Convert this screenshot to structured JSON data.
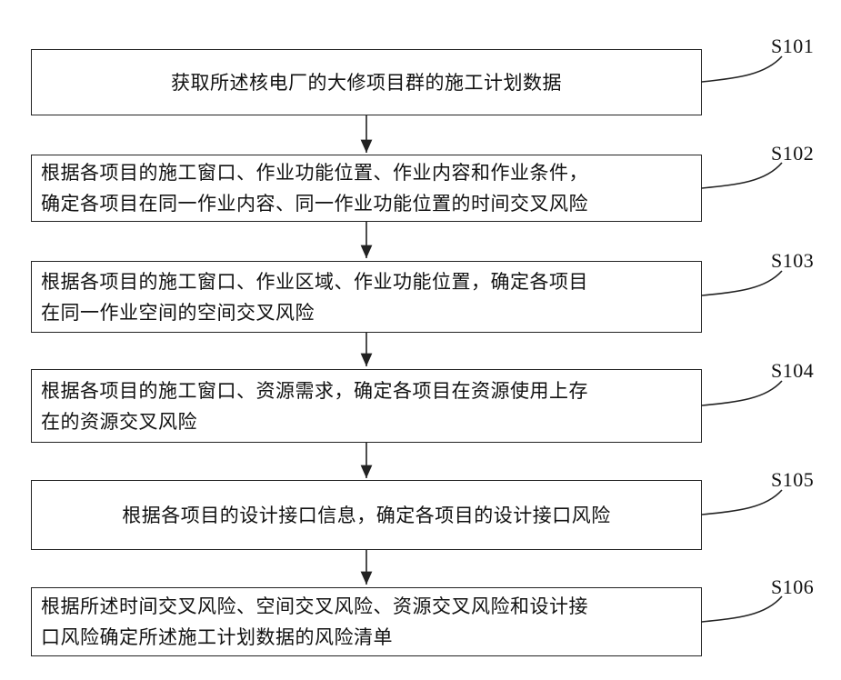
{
  "steps": [
    {
      "id": "S101",
      "text": "获取所述核电厂的大修项目群的施工计划数据"
    },
    {
      "id": "S102",
      "text": "根据各项目的施工窗口、作业功能位置、作业内容和作业条件，\n确定各项目在同一作业内容、同一作业功能位置的时间交叉风险"
    },
    {
      "id": "S103",
      "text": "根据各项目的施工窗口、作业区域、作业功能位置，确定各项目\n在同一作业空间的空间交叉风险"
    },
    {
      "id": "S104",
      "text": "根据各项目的施工窗口、资源需求，确定各项目在资源使用上存\n在的资源交叉风险"
    },
    {
      "id": "S105",
      "text": "根据各项目的设计接口信息，确定各项目的设计接口风险"
    },
    {
      "id": "S106",
      "text": "根据所述时间交叉风险、空间交叉风险、资源交叉风险和设计接\n口风险确定所述施工计划数据的风险清单"
    }
  ]
}
